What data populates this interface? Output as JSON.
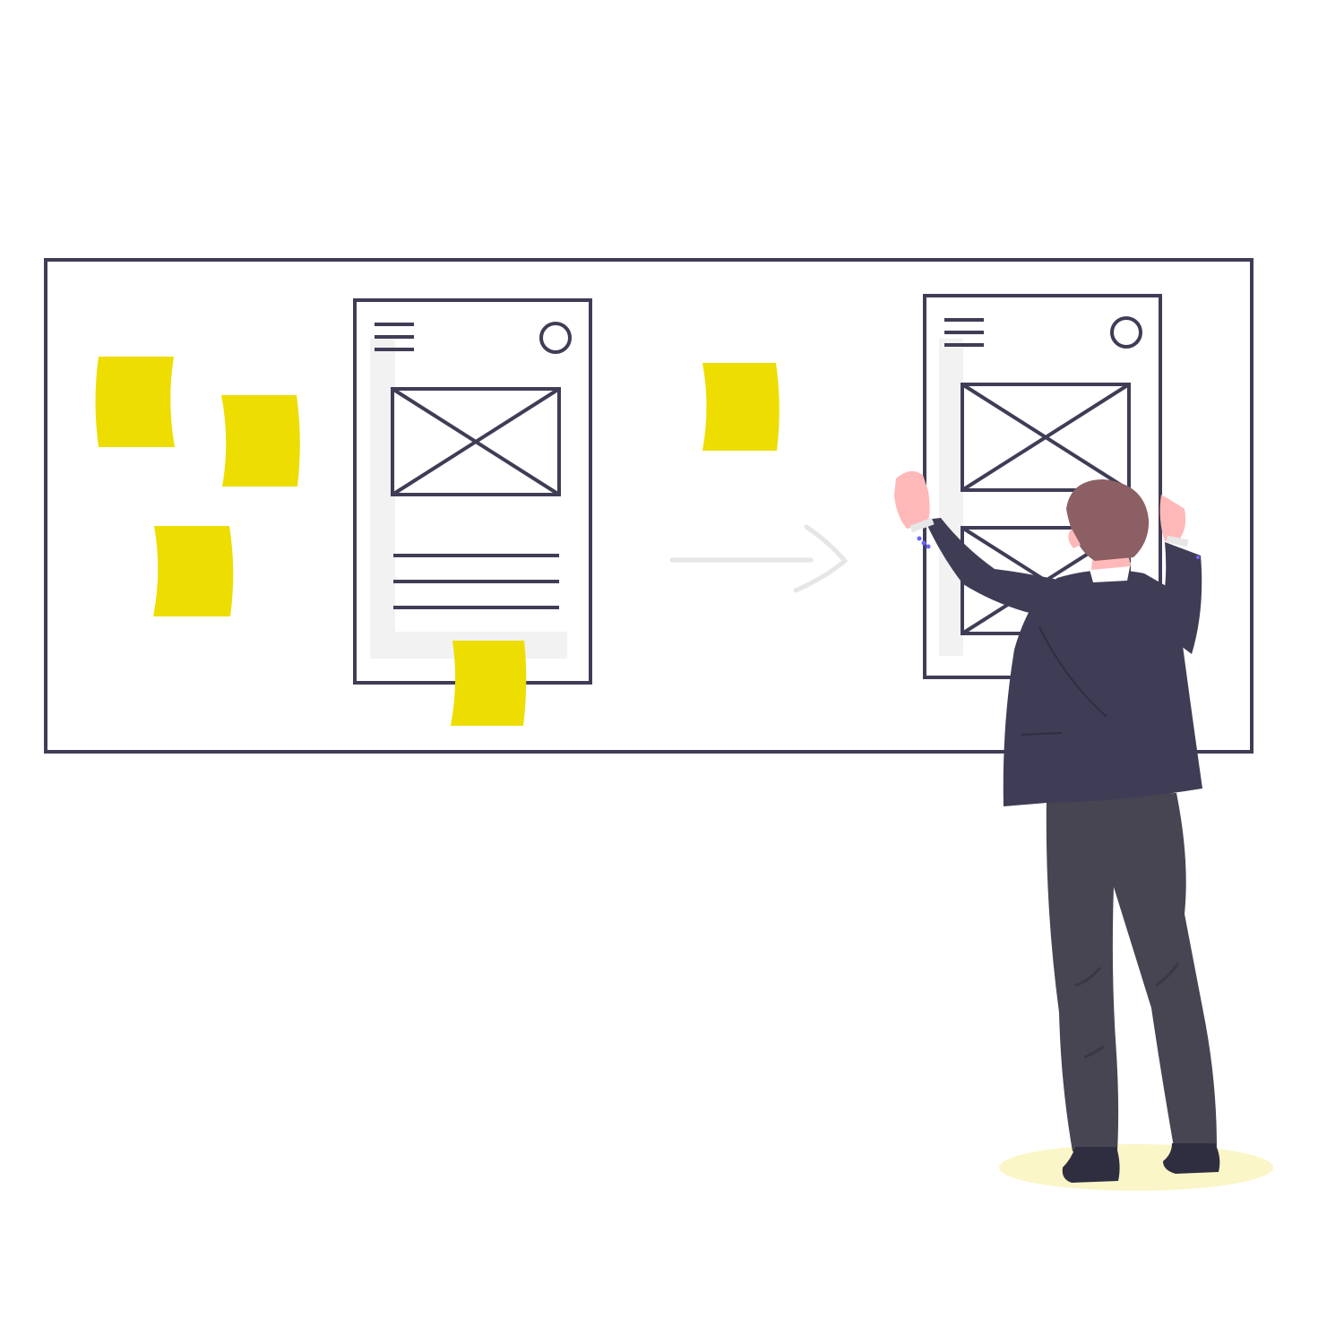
{
  "illustration": {
    "subject": "person-arranging-wireframes-on-board",
    "palette": {
      "background": "#ffffff",
      "outline": "#3f3d56",
      "sticky_note": "#eddd00",
      "shadow_panel": "#f2f2f2",
      "arrow": "#e6e6e6",
      "floor_shadow": "#faf6c8",
      "skin": "#ffb8b8",
      "hair": "#8b5f63",
      "suit": "#3f3d56",
      "trousers": "#474552",
      "shoes": "#2f2e41",
      "cuff_buttons": "#6c63ff"
    },
    "board": {
      "element": "whiteboard"
    },
    "sticky_notes_count": 5,
    "wireframes": [
      {
        "name": "draft-wireframe",
        "icons": [
          "hamburger-menu-icon",
          "circle-profile-icon",
          "image-placeholder-icon",
          "text-lines"
        ]
      },
      {
        "name": "final-wireframe",
        "icons": [
          "hamburger-menu-icon",
          "circle-profile-icon",
          "image-placeholder-icon",
          "image-placeholder-icon"
        ]
      }
    ],
    "connector": "arrow-right-icon",
    "person": "man-in-suit"
  }
}
